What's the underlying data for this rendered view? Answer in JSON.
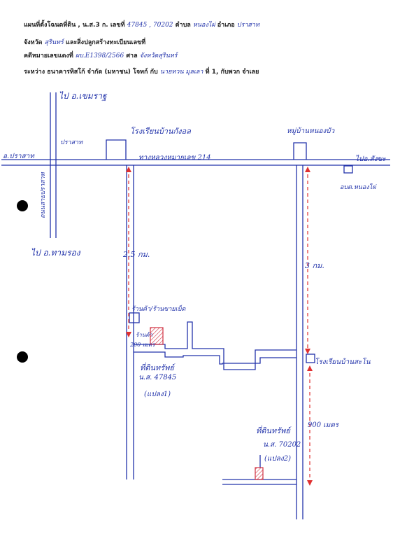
{
  "header": {
    "line1": {
      "prefix": "แผนที่ตั้งโฉนดที่ดิน , น.ส.3 ก. เลขที่",
      "numbers": "47845 , 70202",
      "subdistrict_label": "ตำบล",
      "subdistrict": "หนองไผ่",
      "district_label": "อำเภอ",
      "district": "ปราสาท"
    },
    "line2": {
      "province_label": "จังหวัด",
      "province": "สุรินทร์",
      "suffix": "และสิ่งปลูกสร้างทะเบียนเลขที่"
    },
    "line3": {
      "label": "คดีหมายเลขแดงที่",
      "case_number": "ผบ.E1398/2566",
      "court_label": "ศาล",
      "court": "จังหวัดสุรินทร์"
    },
    "line4": {
      "prefix": "ระหว่าง ธนาคารทิสโก้ จำกัด (มหาชน) โจทก์ กับ",
      "defendant": "นายทวน มุลเลา",
      "suffix": "ที่ 1, กับพวก จำเลย"
    }
  },
  "map_labels": {
    "to_top": "ไป อ.เขมราฐ",
    "to_left": "ไป อ.ทามรอง",
    "left_town": "อ.ปราสาท",
    "right_town": "ไปอ.สังขะ",
    "highway": "ทางหลวงหมายเลข 214",
    "side_road": "ถนนสายปราสาท",
    "school": "โรงเรียนบ้านกังอล",
    "village": "หมู่บ้านหนองบัว",
    "office": "อบต.หนองไผ่",
    "distance_left": "2.5 กม.",
    "distance_right": "3 กม.",
    "shop": "ร้านค้า/ร้านขายเบ็ด",
    "shop_note": "ร้านค้า",
    "distance_small": "200 เมตร",
    "parcel1_title": "ที่ดินทรัพย์",
    "parcel1_number": "น.ส. 47845",
    "parcel1_tag": "(แปลง1)",
    "school2": "โรงเรียนบ้านสะโน",
    "distance_bottom": "900 เมตร",
    "parcel2_title": "ที่ดินทรัพย์",
    "parcel2_number": "น.ส. 70202",
    "parcel2_tag": "(แปลง2)"
  },
  "colors": {
    "ink": "#2233aa",
    "route": "#e03030",
    "parcel_fill": "#f3c0c8",
    "parcel_stroke": "#d03040"
  }
}
